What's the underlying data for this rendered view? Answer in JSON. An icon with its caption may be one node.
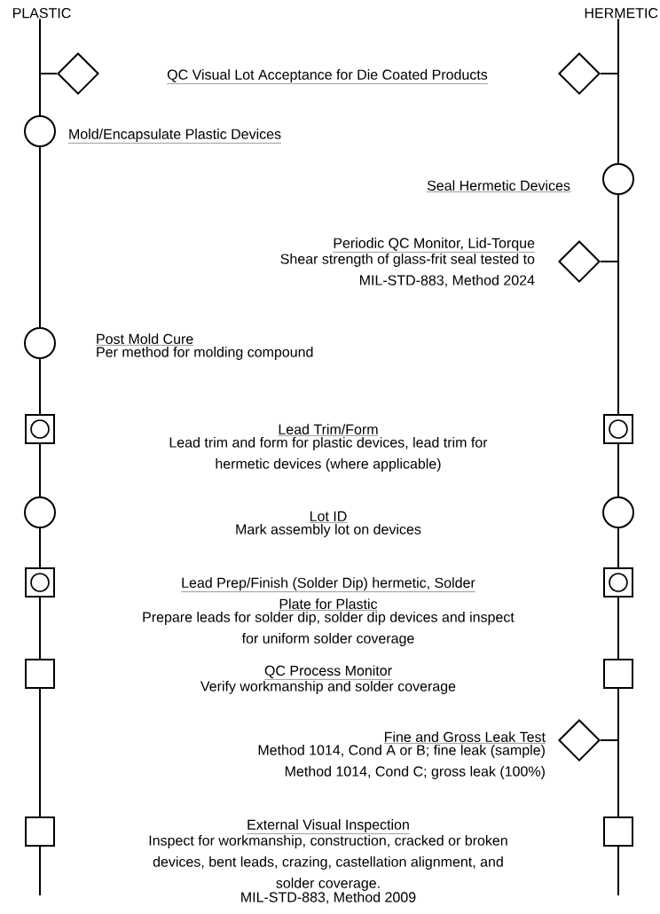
{
  "diagram": {
    "nodes": [
      {
        "text": [
          "PLASTIC"
        ]
      },
      {
        "text": [
          "HERMETIC"
        ]
      },
      {
        "text": [],
        "shape": "diamond"
      },
      {
        "text": [
          "QC Visual Lot Acceptance for Die Coated Products"
        ]
      },
      {
        "text": [],
        "shape": "diamond"
      },
      {
        "text": [],
        "shape": "circle"
      },
      {
        "text": [
          "Mold/Encapsulate Plastic Devices"
        ]
      },
      {
        "text": [
          "Seal Hermetic Devices"
        ]
      },
      {
        "text": [],
        "shape": "circle"
      },
      {
        "text": [
          "Periodic QC Monitor, Lid-Torque",
          "Shear strength of glass-frit seal tested to MIL-STD-883, Method 2024"
        ]
      },
      {
        "text": [],
        "shape": "diamond"
      },
      {
        "text": [],
        "shape": "circle"
      },
      {
        "text": [
          "Post Mold Cure",
          "Per method for molding compound"
        ]
      },
      {
        "text": [],
        "shape": "boxed-circle"
      },
      {
        "text": [
          "Lead Trim/Form",
          "Lead trim and form for plastic devices, lead trim for hermetic devices (where applicable)"
        ]
      },
      {
        "text": [],
        "shape": "boxed-circle"
      },
      {
        "text": [],
        "shape": "circle"
      },
      {
        "text": [
          "Lot ID",
          "Mark assembly lot on devices"
        ]
      },
      {
        "text": [],
        "shape": "circle"
      },
      {
        "text": [],
        "shape": "boxed-circle"
      },
      {
        "text": [
          "Lead Prep/Finish (Solder Dip) hermetic, Solder Plate for Plastic",
          "Prepare leads for solder dip, solder dip devices and inspect for uniform solder coverage"
        ]
      },
      {
        "text": [],
        "shape": "boxed-circle"
      },
      {
        "text": [],
        "shape": "box"
      },
      {
        "text": [
          "QC Process Monitor",
          "Verify workmanship and solder coverage"
        ]
      },
      {
        "text": [],
        "shape": "box"
      },
      {
        "text": [
          "Fine and Gross Leak Test",
          "Method 1014, Cond A or B; fine leak (sample)",
          "Method 1014, Cond C; gross leak (100%)"
        ]
      },
      {
        "text": [],
        "shape": "diamond"
      },
      {
        "text": [],
        "shape": "box"
      },
      {
        "text": [
          "External Visual Inspection",
          "Inspect for workmanship, construction, cracked or broken devices, bent leads, crazing, castellation alignment, and solder coverage.",
          "MIL-STD-883, Method 2009"
        ]
      },
      {
        "text": [],
        "shape": "box"
      }
    ],
    "edges": [
      {
        "from": 0,
        "to": 5,
        "arrow": "none"
      },
      {
        "from": 5,
        "to": 11,
        "arrow": "none"
      },
      {
        "from": 11,
        "to": 13,
        "arrow": "none"
      },
      {
        "from": 13,
        "to": 16,
        "arrow": "none"
      },
      {
        "from": 16,
        "to": 19,
        "arrow": "none"
      },
      {
        "from": 19,
        "to": 22,
        "arrow": "none"
      },
      {
        "from": 22,
        "to": 27,
        "arrow": "none"
      },
      {
        "from": 27,
        "to": null,
        "arrow": "none"
      },
      {
        "from": 2,
        "to": null,
        "arrow": "none"
      },
      {
        "from": 1,
        "to": 8,
        "arrow": "none"
      },
      {
        "from": 8,
        "to": 15,
        "arrow": "none"
      },
      {
        "from": 15,
        "to": 18,
        "arrow": "none"
      },
      {
        "from": 18,
        "to": 21,
        "arrow": "none"
      },
      {
        "from": 21,
        "to": 24,
        "arrow": "none"
      },
      {
        "from": 24,
        "to": 29,
        "arrow": "none"
      },
      {
        "from": 29,
        "to": null,
        "arrow": "none"
      },
      {
        "from": 4,
        "to": null,
        "arrow": "none"
      },
      {
        "from": 10,
        "to": null,
        "arrow": "none"
      },
      {
        "from": 26,
        "to": null,
        "arrow": "none"
      }
    ]
  }
}
